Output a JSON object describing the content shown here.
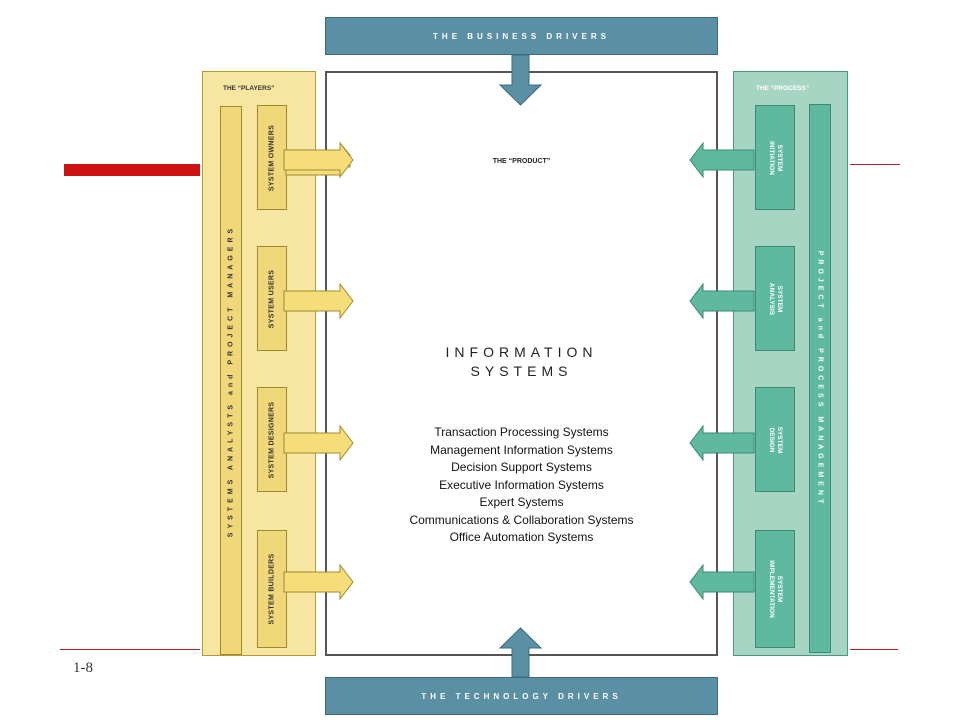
{
  "slide_number": "1-8",
  "diagram": {
    "business_drivers": "THE BUSINESS DRIVERS",
    "technology_drivers": "THE TECHNOLOGY DRIVERS",
    "product_label": "THE “PRODUCT”",
    "info_systems_title_line1": "INFORMATION",
    "info_systems_title_line2": "SYSTEMS",
    "systems_list": [
      "Transaction Processing Systems",
      "Management Information Systems",
      "Decision Support Systems",
      "Executive Information Systems",
      "Expert Systems",
      "Communications & Collaboration Systems",
      "Office Automation Systems"
    ],
    "players": {
      "label": "THE “PLAYERS”",
      "spine_label": "SYSTEMS ANALYSTS and PROJECT MANAGERS",
      "items": [
        "SYSTEM OWNERS",
        "SYSTEM USERS",
        "SYSTEM DESIGNERS",
        "SYSTEM BUILDERS"
      ]
    },
    "process": {
      "label": "THE “PROCESS”",
      "spine_label": "PROJECT and PROCESS MANAGEMENT",
      "items": [
        "SYSTEM\nINITIATION",
        "SYSTEM\nANALYSIS",
        "SYSTEM\nDESIGN",
        "SYSTEM\nIMPLEMENTATION"
      ]
    },
    "colors": {
      "drivers": "#5b8fa3",
      "players": "#f6e6a2",
      "players_accent": "#efd77a",
      "process": "#a6d6c3",
      "process_accent": "#5fb99f",
      "slide_accent": "#cc1111"
    }
  }
}
